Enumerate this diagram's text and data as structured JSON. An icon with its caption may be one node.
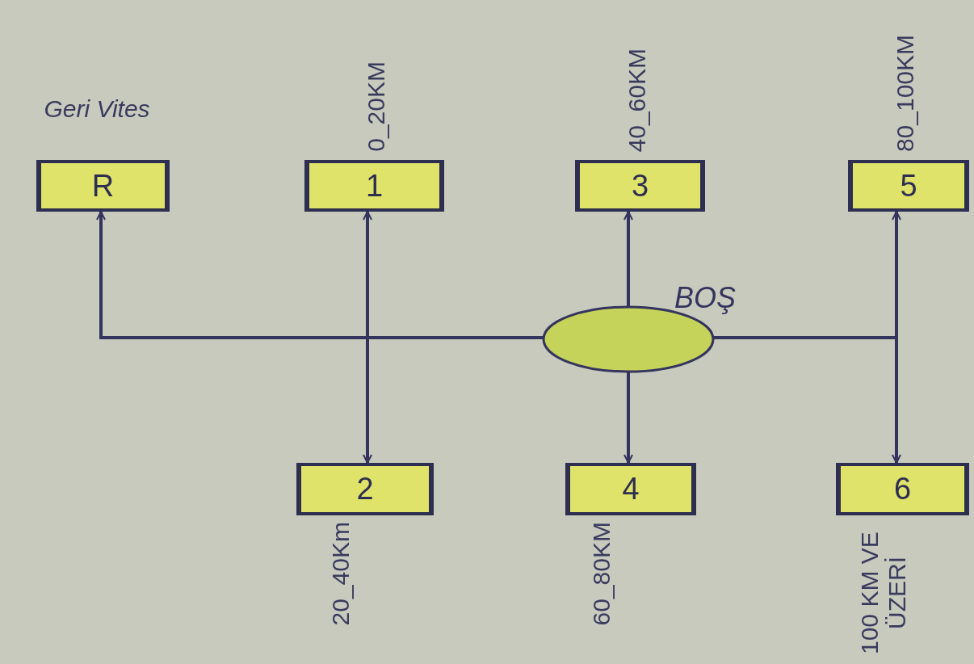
{
  "diagram": {
    "nodes": [
      {
        "text": [
          "R"
        ],
        "beside": [
          "Geri Vites"
        ]
      },
      {
        "text": [
          "1"
        ],
        "beside": [
          "0_20KM"
        ]
      },
      {
        "text": [
          "3"
        ],
        "beside": [
          "40_60KM"
        ]
      },
      {
        "text": [
          "5"
        ],
        "beside": [
          "80_100KM"
        ]
      },
      {
        "text": [
          "2"
        ],
        "beside": [
          "20_40Km"
        ]
      },
      {
        "text": [
          "4"
        ],
        "beside": [
          "60_80KM"
        ]
      },
      {
        "text": [
          "6"
        ],
        "beside": [
          "100 KM VE ÜZERİ"
        ]
      },
      {
        "text": [
          "BOŞ"
        ]
      }
    ],
    "edges": [
      {
        "from": 7,
        "to": 0,
        "arrow": "to"
      },
      {
        "from": 7,
        "to": 1,
        "arrow": "to"
      },
      {
        "from": 7,
        "to": 4,
        "arrow": "to"
      },
      {
        "from": 7,
        "to": 2,
        "arrow": "to"
      },
      {
        "from": 7,
        "to": 5,
        "arrow": "to"
      },
      {
        "from": 7,
        "to": 3,
        "arrow": "to"
      },
      {
        "from": 7,
        "to": 6,
        "arrow": "to"
      }
    ]
  }
}
